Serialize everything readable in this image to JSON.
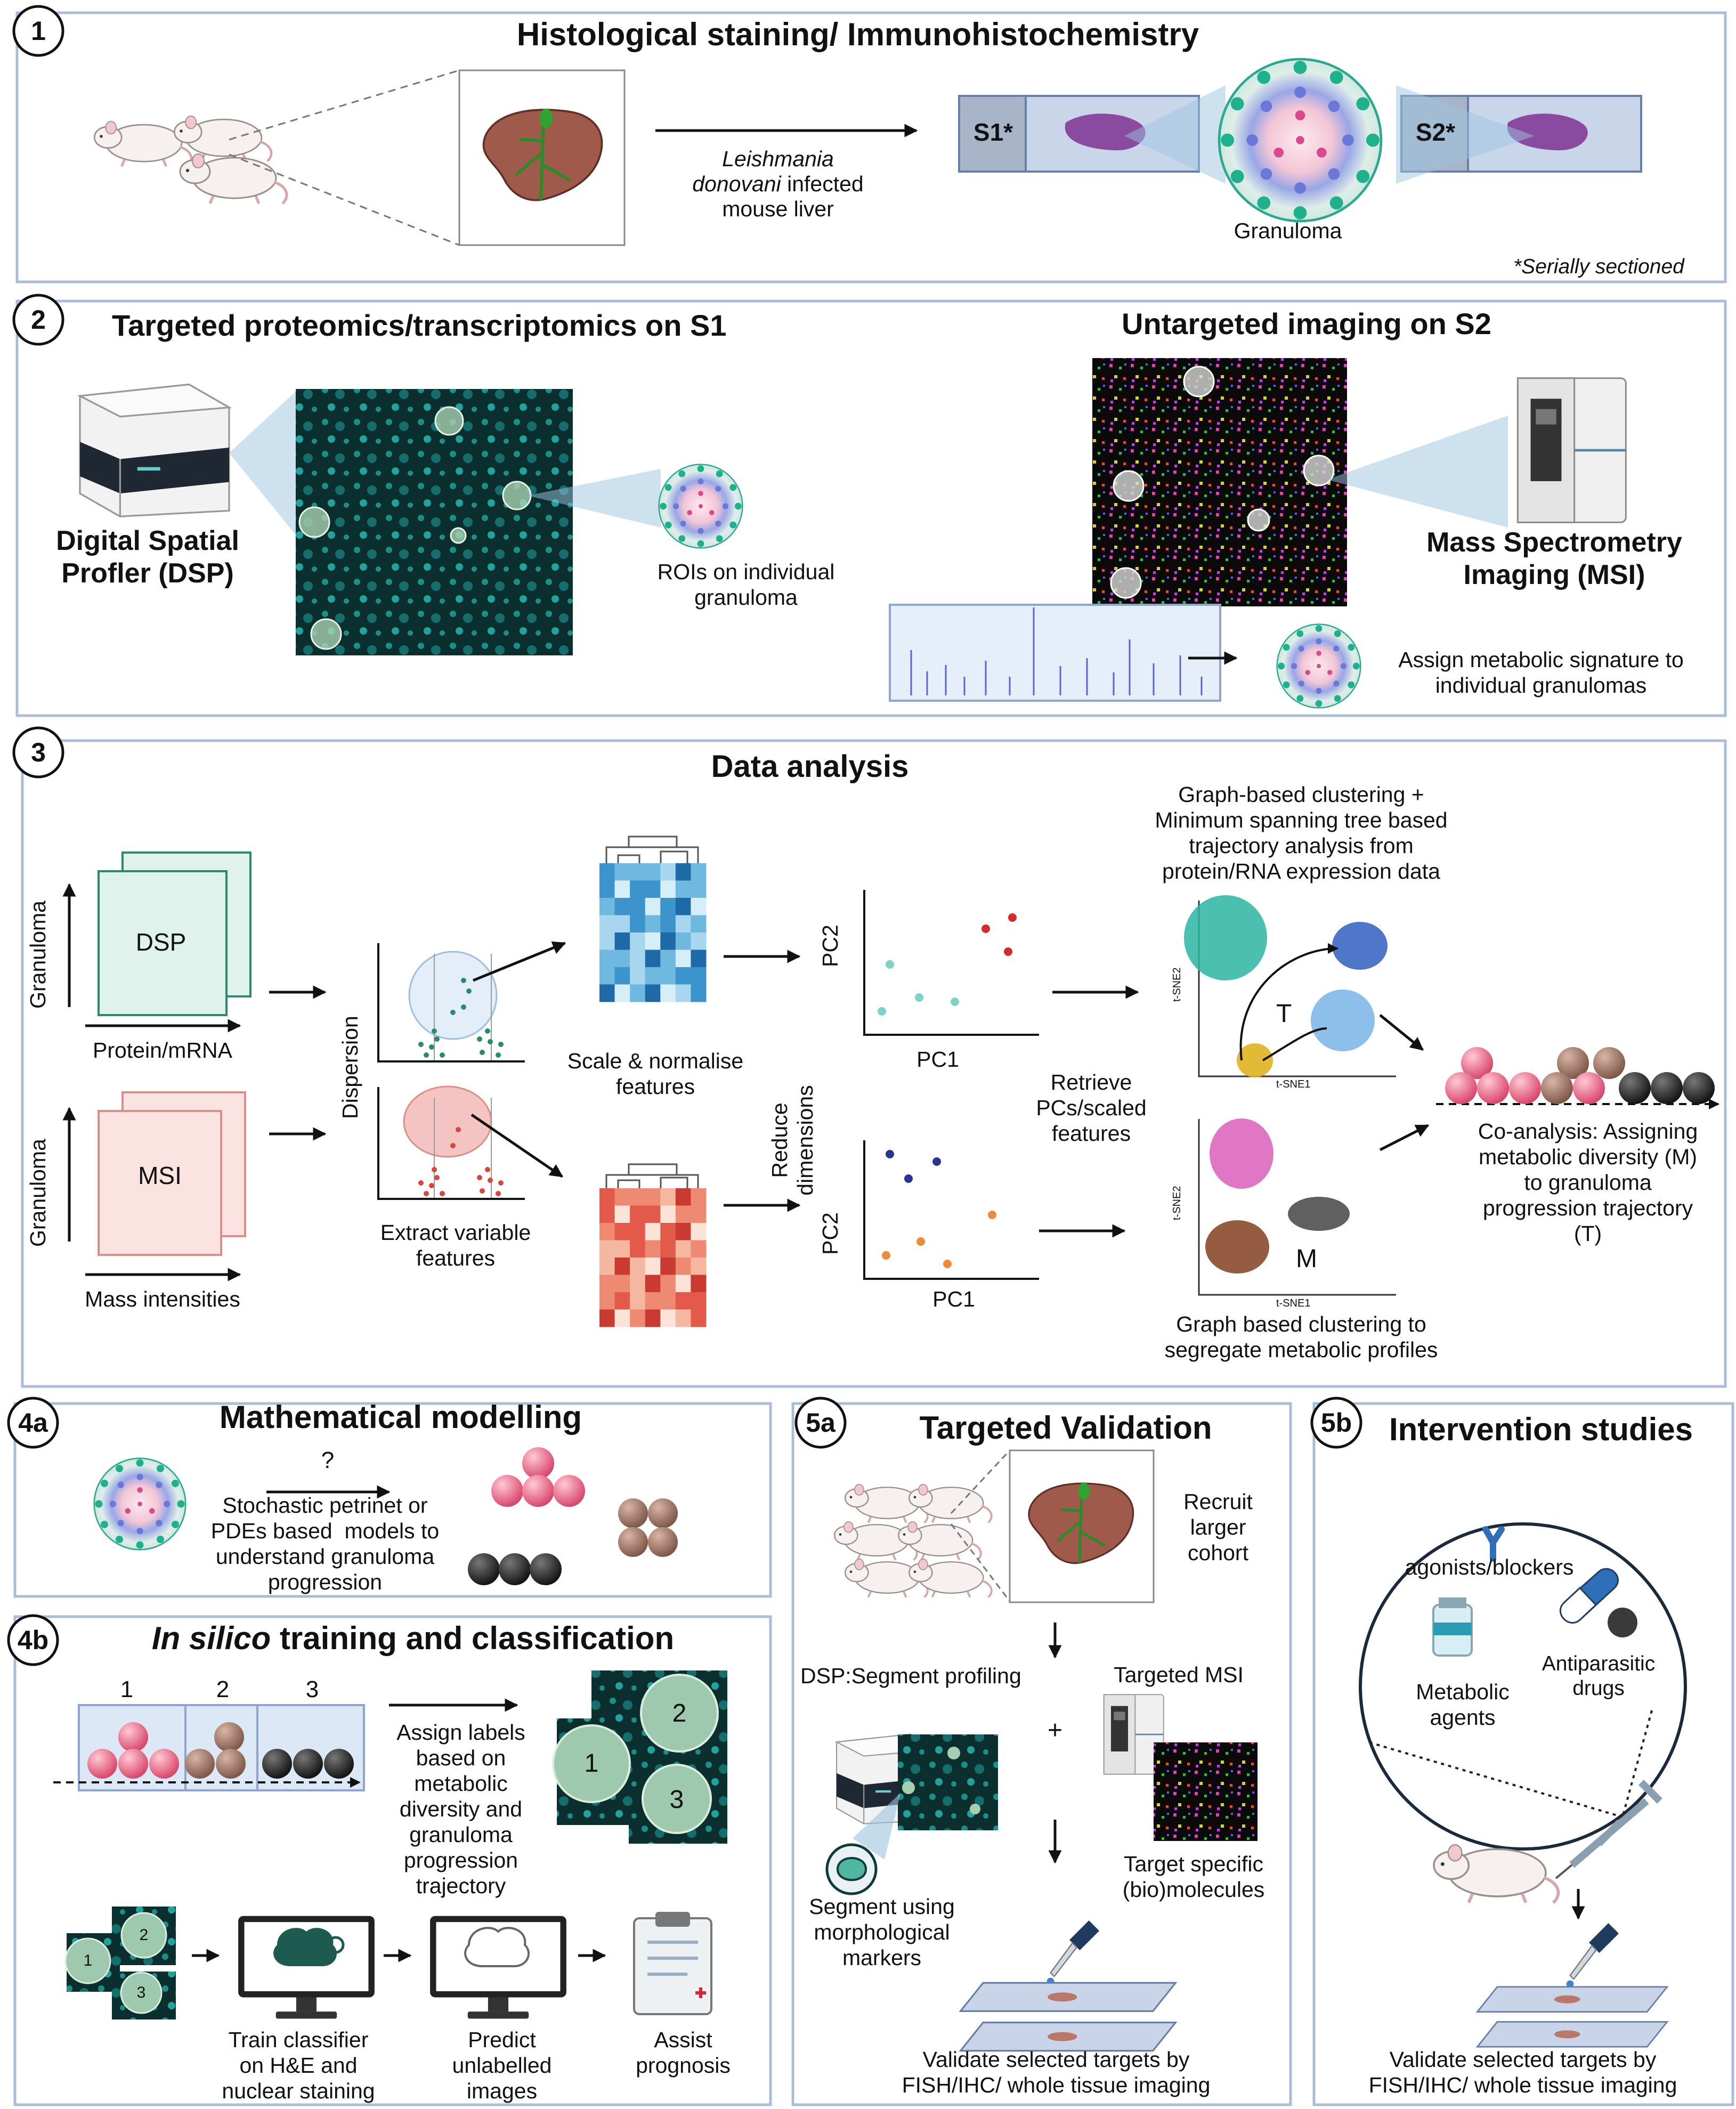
{
  "colors": {
    "panel_border": "#a9bdd9",
    "teal": "#1fb6a8",
    "dsp_box": "#dff2ec",
    "msi_box": "#fbe3e1",
    "pink": "#e8708c",
    "brown": "#a07a6c",
    "black": "#2a2a2a",
    "heat_blue": "#2d7fb8",
    "heat_red": "#e3514a"
  },
  "panel1": {
    "num": "1",
    "title": "Histological staining/ Immunohistochemistry",
    "infected_l1": "Leishmania",
    "infected_l2": "donovani",
    "infected_l2b": " infected",
    "infected_l3": "mouse liver",
    "s1": "S1*",
    "s2": "S2*",
    "granuloma": "Granuloma",
    "footnote": "*Serially sectioned"
  },
  "panel2": {
    "num": "2",
    "title_left": "Targeted proteomics/transcriptomics on S1",
    "title_right": "Untargeted imaging on S2",
    "dsp": "Digital Spatial\nProfler (DSP)",
    "roi": "ROIs on individual\ngranuloma",
    "msi": "Mass Spectrometry\nImaging (MSI)",
    "assign": "Assign metabolic signature to\nindividual granulomas"
  },
  "panel3": {
    "num": "3",
    "title": "Data analysis",
    "granuloma_axis": "Granuloma",
    "dsp": "DSP",
    "protein": "Protein/mRNA",
    "msi": "MSI",
    "mass": "Mass intensities",
    "dispersion": "Dispersion",
    "extract": "Extract variable\nfeatures",
    "scale": "Scale & normalise\nfeatures",
    "reduce": "Reduce\ndimensions",
    "pc1": "PC1",
    "pc2": "PC2",
    "retrieve": "Retrieve\nPCs/scaled\nfeatures",
    "graph_top": "Graph-based clustering +\nMinimum spanning tree based\ntrajectory analysis from\nprotein/RNA expression data",
    "t": "T",
    "m": "M",
    "graph_bottom": "Graph based clustering to\nsegregate metabolic profiles",
    "tsne1": "t-SNE1",
    "tsne2": "t-SNE2",
    "coanalysis": "Co-analysis: Assigning\nmetabolic diversity (M)\nto granuloma\nprogression trajectory\n(T)"
  },
  "panel4a": {
    "num": "4a",
    "title": "Mathematical modelling",
    "question": "?",
    "text": "Stochastic petrinet or\nPDEs based  models to\nunderstand granuloma\nprogression"
  },
  "panel4b": {
    "num": "4b",
    "title_it": "In silico",
    "title_rest": " training and classification",
    "labels": [
      "1",
      "2",
      "3"
    ],
    "assign": "Assign labels\nbased on\nmetabolic\ndiversity and\ngranuloma\nprogression\ntrajectory",
    "train": "Train classifier\non H&E and\nnuclear staining",
    "predict": "Predict\nunlabelled\nimages",
    "assist": "Assist\nprognosis"
  },
  "panel5a": {
    "num": "5a",
    "title": "Targeted Validation",
    "recruit": "Recruit\nlarger\ncohort",
    "dsp_seg": "DSP:Segment profiling",
    "targeted_msi": "Targeted MSI",
    "plus": "+",
    "segment": "Segment using\nmorphological\nmarkers",
    "target": "Target specific\n(bio)molecules",
    "validate": "Validate selected targets by\nFISH/IHC/ whole tissue imaging"
  },
  "panel5b": {
    "num": "5b",
    "title": "Intervention studies",
    "agonists": "agonists/blockers",
    "antiparasitic": "Antiparasitic\ndrugs",
    "metabolic": "Metabolic\nagents",
    "validate": "Validate selected targets by\nFISH/IHC/ whole tissue imaging"
  }
}
